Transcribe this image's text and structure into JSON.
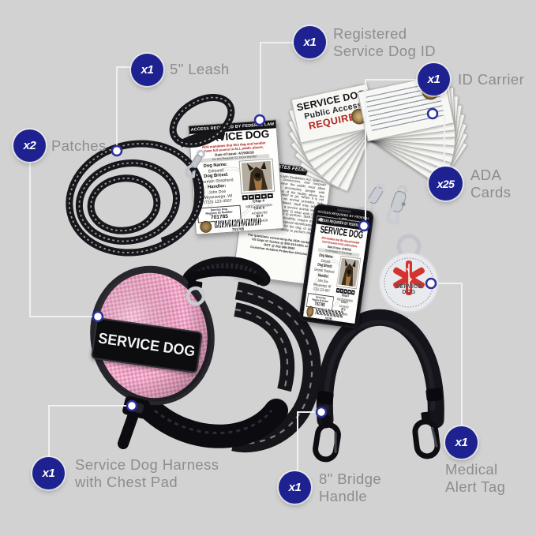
{
  "scene": {
    "background": "#d2d2d2"
  },
  "colors": {
    "badge_blue": "#1d2290",
    "label_gray": "#8d8d8d",
    "required_red": "#b3241f",
    "harness_pink": "#f2a8c8"
  },
  "callouts": {
    "leash": {
      "count": "x1",
      "label": "5\" Leash"
    },
    "patches": {
      "count": "x2",
      "label": "Patches"
    },
    "registered_id": {
      "count": "x1",
      "label": "Registered\nService Dog ID"
    },
    "id_carrier": {
      "count": "x1",
      "label": "ID Carrier"
    },
    "ada_cards": {
      "count": "x25",
      "label": "ADA\nCards"
    },
    "harness": {
      "count": "x1",
      "label": "Service Dog Harness\nwith Chest Pad"
    },
    "bridge_handle": {
      "count": "x1",
      "label": "8\" Bridge\nHandle"
    },
    "medical_tag": {
      "count": "x1",
      "label": "Medical\nAlert Tag"
    }
  },
  "id_card": {
    "header": "ACCESS REQUIRED BY FEDERAL LAW",
    "title": "SERVICE DOG",
    "subtitle_line1": "ADA mandates that this dog and handler",
    "subtitle_line2": "have full access to ALL public places.",
    "date_of_issue": "Date of Issue: 4/19/2018",
    "notice": "Do Not Request I.D. From Handler",
    "dog_name_label": "Dog Name:",
    "dog_name": "Edmond",
    "dog_breed_label": "Dog Breed:",
    "dog_breed": "German Shepherd",
    "handler_label": "Handler:",
    "handler_name": "John Doe",
    "handler_city": "Weyauwega, WI",
    "handler_phone": "(715) 123-4567",
    "chip_label": "Chip #",
    "chip_number": "M8112080000000",
    "cert_label": "Cert #",
    "cert_number": "AD456789",
    "id_label": "ID #",
    "id_number": "AB123456",
    "registry_label": "Service Dog\nRegistry ID Number",
    "registry_number": "701785",
    "barcode_number": "701785"
  },
  "law_card": {
    "header": "UNITED STATES FEDERAL LAW",
    "body": "Under the Americans with Disabilities Act, state and local governments, businesses, and nonprofit organizations that serve the public must allow service animals to accompany people with disabilities in all areas of the facility where the public is normally allowed to go. When it is not obvious what service an animal provides, only limited inquiries are allowed. Staff may ask two questions: 1) is the dog a service animal required because of a disability, and 2) what work or task has the dog been trained to perform. Staff cannot ask about the person's disability, require medical documentation, require a special identification card or training documentation for the dog, or ask that the dog demonstrate its ability to perform the work or task.",
    "contact_line1": "For questions concerning the ADA contact:",
    "contact_line2": "US Dept of Justice @ 800-514-0301 or",
    "contact_line3": "DOT @ 202-366-9060",
    "contact_line4": "Customer Aviation Protection Division"
  },
  "ada_card_front": {
    "line1": "SERVICE DOG",
    "line2": "Public Access",
    "line3": "REQUIRED"
  },
  "carrier": {
    "band": "ACCESS REQUIRED BY FEDERAL LAW"
  },
  "harness": {
    "patch_text": "SERVICE DOG"
  },
  "medical_tag_face": {
    "line1": "SERVICE",
    "line2": "DOG"
  }
}
